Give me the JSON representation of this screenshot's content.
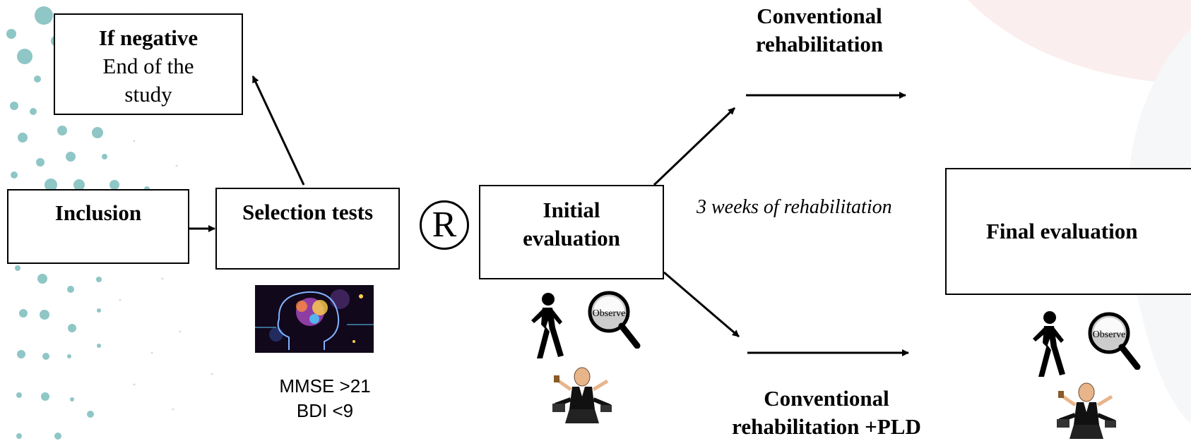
{
  "if_negative": {
    "title": "If negative",
    "line1": "End of the",
    "line2": "study"
  },
  "inclusion": "Inclusion",
  "selection_tests": "Selection tests",
  "randomization_symbol": "R",
  "initial_evaluation": {
    "line1": "Initial",
    "line2": "evaluation"
  },
  "final_evaluation": "Final evaluation",
  "arm_top": {
    "line1": "Conventional",
    "line2": "rehabilitation"
  },
  "arm_bottom": {
    "line1": "Conventional",
    "line2": "rehabilitation +PLD"
  },
  "duration": "3 weeks of rehabilitation",
  "criteria": {
    "mmse": "MMSE >21",
    "bdi": "BDI <9"
  },
  "observe_text": "Observe",
  "icons": [
    "walking-person-icon",
    "magnifier-observe-icon",
    "multitasking-businessman-icon",
    "brain-head-icon"
  ]
}
